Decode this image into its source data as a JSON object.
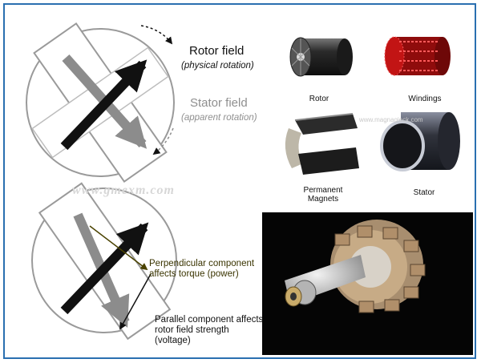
{
  "upper_diagram": {
    "rotor_field_label": "Rotor field",
    "rotor_field_note": "(physical rotation)",
    "stator_field_label": "Stator field",
    "stator_field_note": "(apparent rotation)"
  },
  "watermark_text": "www.gmexm.com",
  "lower_diagram": {
    "perpendicular_label": "Perpendicular component affects torque (power)",
    "parallel_label": "Parallel component affects rotor field strength (voltage)"
  },
  "components": {
    "rotor": "Rotor",
    "windings": "Windings",
    "magnets": "Permanent Magnets",
    "stator": "Stator",
    "watermark": "www.magnagieck.com"
  },
  "colors": {
    "rotor_arrow": "#111111",
    "stator_arrow": "#8c8c8c",
    "perpendicular_arrow": "#4a4200",
    "outline": "#9a9a9a",
    "frame": "#2a6fb0"
  }
}
